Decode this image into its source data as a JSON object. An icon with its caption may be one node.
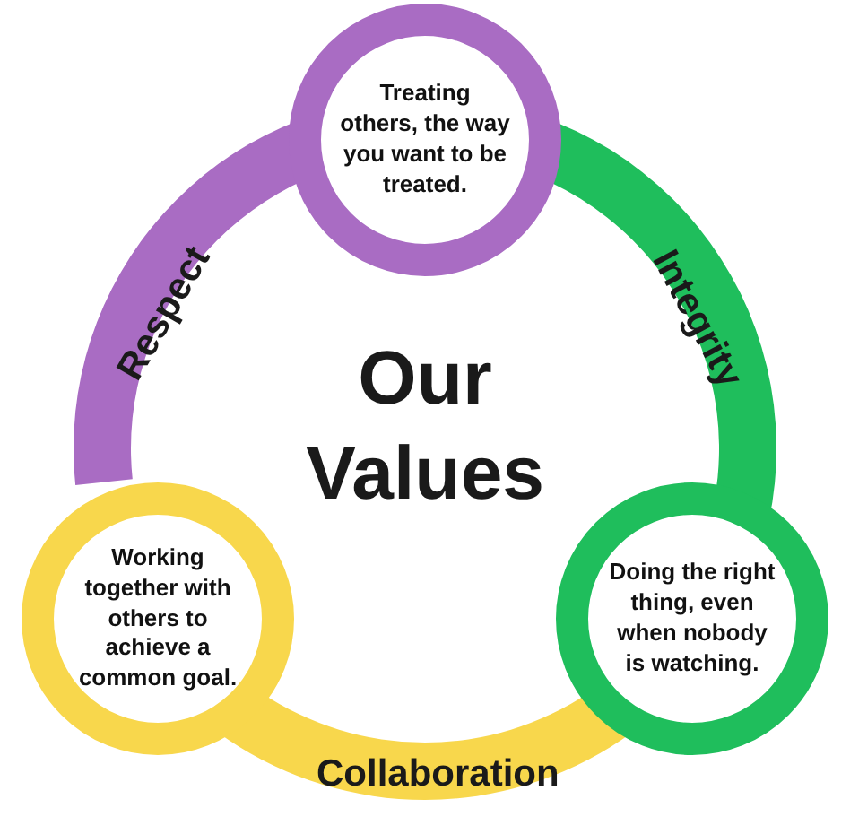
{
  "diagram": {
    "title": "Our Values",
    "nodes": [
      {
        "text": [
          "Treating others, the way you want to be treated."
        ]
      },
      {
        "text": [
          "Integrity"
        ]
      },
      {
        "text": [
          "Doing the right thing, even when nobody is watching."
        ]
      },
      {
        "text": [
          "Collaboration"
        ]
      },
      {
        "text": [
          "Working together with others to achieve a common goal."
        ]
      },
      {
        "text": [
          "Respect"
        ]
      }
    ]
  }
}
